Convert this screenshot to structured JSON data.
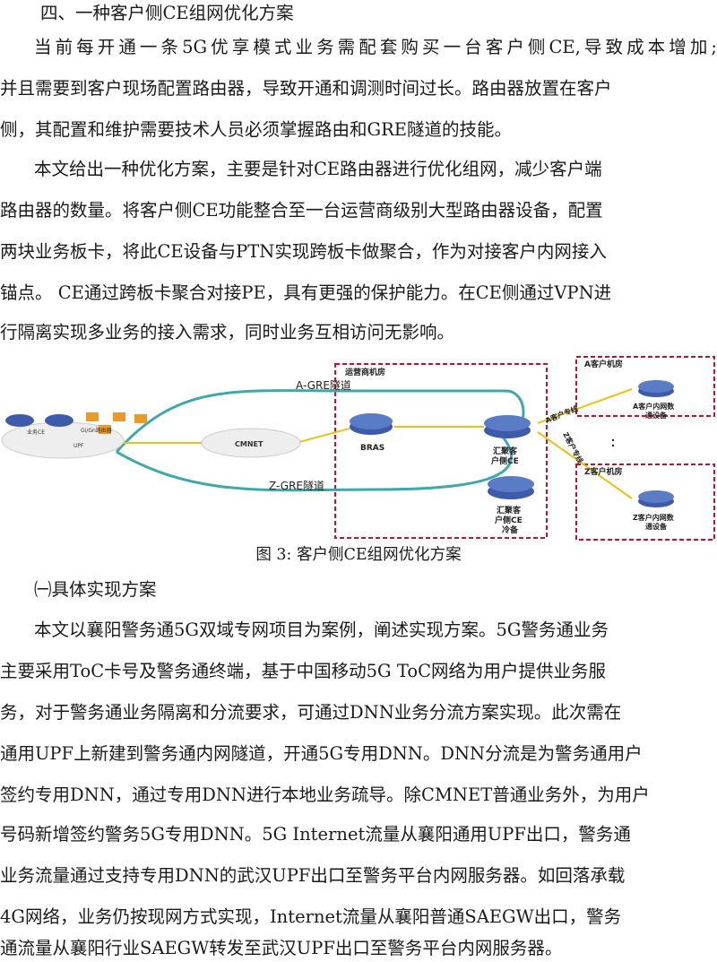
{
  "section_heading": "四、一种客户侧CE组网优化方案",
  "para1": [
    "当前每开通一条5G优享模式业务需配套购买一台客户侧CE,导致成本增加;",
    "并且需要到客户现场配置路由器，导致开通和调测时间过长。路由器放置在客户",
    "侧，其配置和维护需要技术人员必须掌握路由和GRE隧道的技能。"
  ],
  "para2": [
    "本文给出一种优化方案，主要是针对CE路由器进行优化组网，减少客户端",
    "路由器的数量。将客户侧CE功能整合至一台运营商级别大型路由器设备，配置",
    "两块业务板卡，将此CE设备与PTN实现跨板卡做聚合，作为对接客户内网接入",
    "锚点。 CE通过跨板卡聚合对接PE，具有更强的保护能力。在CE侧通过VPN进",
    "行隔离实现多业务的接入需求，同时业务互相访问无影响。"
  ],
  "figure": {
    "operator_room": "运营商机房",
    "a_room": "A客户机房",
    "z_room": "Z客户机房",
    "a_tunnel": "A-GRE隧道",
    "z_tunnel": "Z-GRE隧道",
    "cmnet": "CMNET",
    "upf": "UPF",
    "core_ce": "业务CE",
    "gi_router": "Gi/Gn路由器",
    "bras": "BRAS",
    "agg_ce_1": "汇聚客",
    "agg_ce_2": "户侧CE",
    "backup_ce_1": "汇聚客",
    "backup_ce_2": "户侧CE",
    "backup_ce_3": "冷备",
    "a_line": "A客户专线",
    "z_line": "Z客户专线",
    "a_device_1": "A客户内网数",
    "a_device_2": "通设备",
    "z_device_1": "Z客户内网数",
    "z_device_2": "通设备"
  },
  "caption": "图 3: 客户侧CE组网优化方案",
  "sub_heading": "㈠具体实现方案",
  "para3": [
    "本文以襄阳警务通5G双域专网项目为案例，阐述实现方案。5G警务通业务",
    "主要采用ToC卡号及警务通终端，基于中国移动5G  ToC网络为用户提供业务服",
    "务，对于警务通业务隔离和分流要求，可通过DNN业务分流方案实现。此次需在",
    "通用UPF上新建到警务通内网隧道，开通5G专用DNN。DNN分流是为警务通用户",
    "签约专用DNN，通过专用DNN进行本地业务疏导。除CMNET普通业务外，为用户",
    "号码新增签约警务5G专用DNN。5G Internet流量从襄阳通用UPF出口，警务通",
    "业务流量通过支持专用DNN的武汉UPF出口至警务平台内网服务器。如回落承载",
    "4G网络，业务仍按现网方式实现，Internet流量从襄阳普通SAEGW出口，警务",
    "通流量从襄阳行业SAEGW转发至武汉UPF出口至警务平台内网服务器。"
  ],
  "colors": {
    "text": "#1a1a1a",
    "tunnel": "#3fa9a9",
    "fiber": "#e8c21a",
    "dashed_box": "#c8102e",
    "router": "#3d5ba9"
  }
}
